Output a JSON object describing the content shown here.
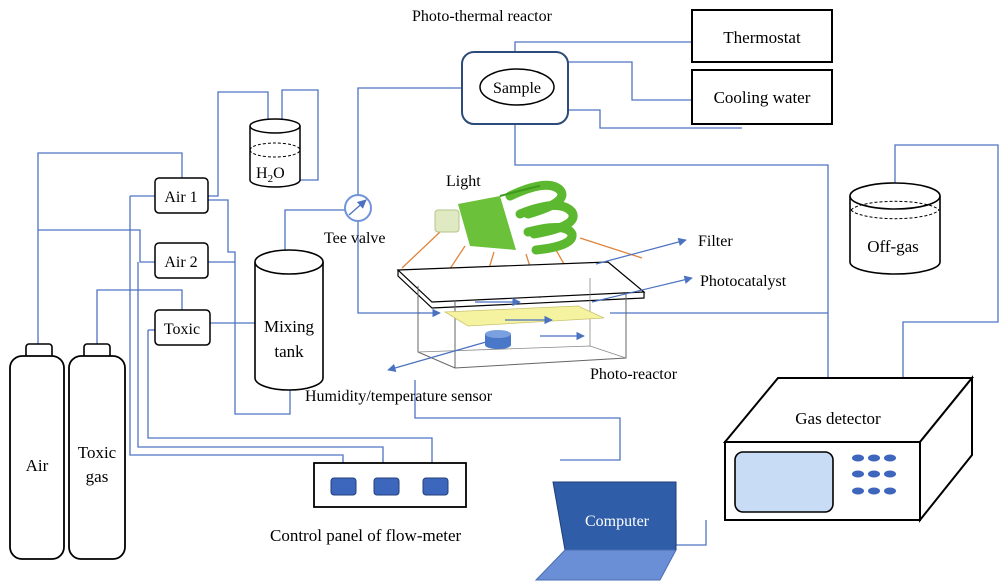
{
  "diagram": {
    "labels": {
      "photo_thermal_reactor": "Photo-thermal reactor",
      "sample": "Sample",
      "thermostat": "Thermostat",
      "cooling_water": "Cooling water",
      "h2o_main": "H",
      "h2o_sub": "2",
      "h2o_tail": "O",
      "air1": "Air 1",
      "air2": "Air 2",
      "toxic": "Toxic",
      "mixing_line1": "Mixing",
      "mixing_line2": "tank",
      "tee_valve": "Tee valve",
      "light": "Light",
      "filter": "Filter",
      "photocatalyst": "Photocatalyst",
      "off_gas": "Off-gas",
      "photo_reactor": "Photo-reactor",
      "humidity_sensor": "Humidity/temperature sensor",
      "gas_detector": "Gas detector",
      "air_cylinder": "Air",
      "toxic_line1": "Toxic",
      "toxic_line2": "gas",
      "control_panel": "Control panel of flow-meter",
      "computer": "Computer"
    },
    "colors": {
      "pipe": "#4f74c4",
      "arrow": "#4a72c0",
      "light_ray": "#e0843a",
      "bulb": "#5cb82e",
      "photocatalyst": "#f6f3a0",
      "sensor": "#4a78c8",
      "knob": "#3d66bd",
      "laptop_screen": "#2f5da8",
      "laptop_base": "#6b8fd6",
      "detector_screen": "#c9dcf5"
    }
  }
}
